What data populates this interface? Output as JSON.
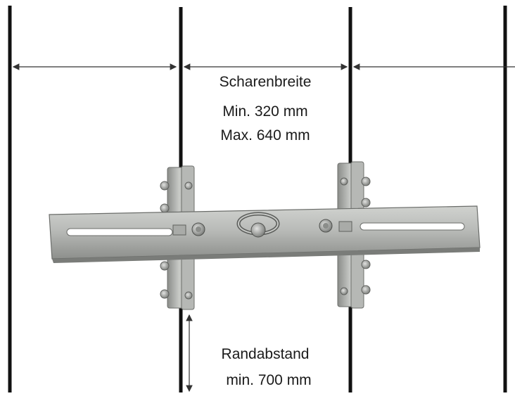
{
  "labels": {
    "track_width_title": "Scharenbreite",
    "track_width_min": "Min. 320 mm",
    "track_width_max": "Max. 640 mm",
    "edge_distance_title": "Randabstand",
    "edge_distance_min": "min. 700 mm"
  },
  "colors": {
    "line": "#111111",
    "dimension": "#333333",
    "steel_light": "#c4c6c3",
    "steel_mid": "#a8aaa7",
    "steel_dark": "#7e807d",
    "slot": "#ffffff"
  }
}
